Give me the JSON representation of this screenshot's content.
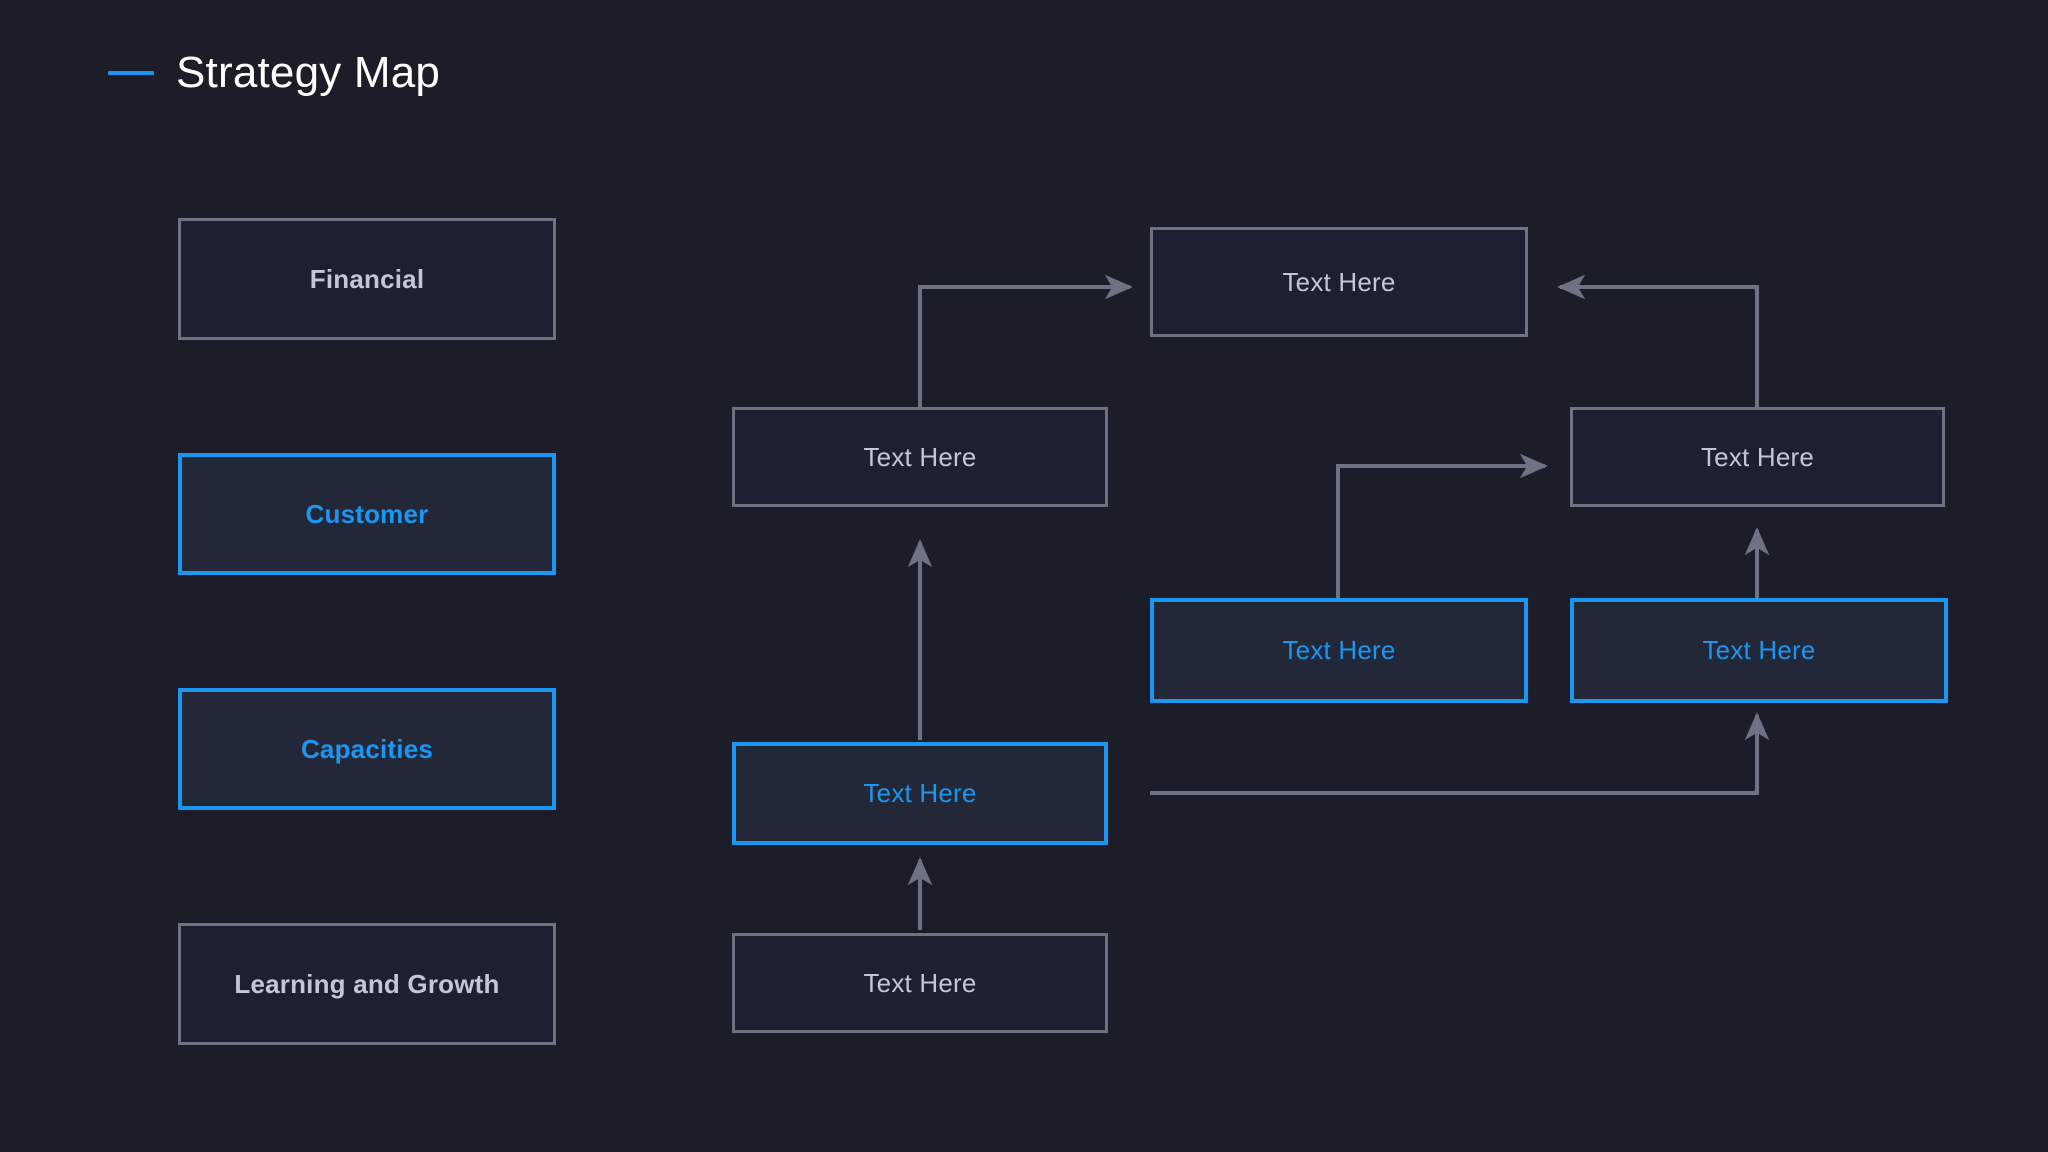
{
  "page": {
    "background_color": "#1b1d29",
    "accent_color": "#1b96f3",
    "muted_color": "#6e7384",
    "text_color": "#c3c7d4"
  },
  "header": {
    "dash_icon": "horizontal-dash-icon",
    "title": "Strategy Map"
  },
  "legend": {
    "items": [
      {
        "label": "Financial",
        "style": "gray"
      },
      {
        "label": "Customer",
        "style": "blue"
      },
      {
        "label": "Capacities",
        "style": "blue"
      },
      {
        "label": "Learning and Growth",
        "style": "gray"
      }
    ]
  },
  "diagram": {
    "nodes": [
      {
        "id": "n-top-mid",
        "label": "Text Here",
        "style": "gray"
      },
      {
        "id": "n-mid-left",
        "label": "Text Here",
        "style": "gray"
      },
      {
        "id": "n-mid-right",
        "label": "Text Here",
        "style": "gray"
      },
      {
        "id": "n-cap-left",
        "label": "Text Here",
        "style": "blue"
      },
      {
        "id": "n-cap-right",
        "label": "Text Here",
        "style": "blue"
      },
      {
        "id": "n-capacity-mid",
        "label": "Text Here",
        "style": "blue"
      },
      {
        "id": "n-bottom-mid",
        "label": "Text Here",
        "style": "gray"
      }
    ],
    "connectors": [
      {
        "id": "c-midleft-to-topmid",
        "from": "n-mid-left",
        "to": "n-top-mid",
        "kind": "elbow-up-right"
      },
      {
        "id": "c-midright-to-topmid",
        "from": "n-mid-right",
        "to": "n-top-mid",
        "kind": "elbow-up-left"
      },
      {
        "id": "c-capmid-to-midleft",
        "from": "n-capacity-mid",
        "to": "n-mid-left",
        "kind": "straight-up"
      },
      {
        "id": "c-bottom-to-capmid",
        "from": "n-bottom-mid",
        "to": "n-capacity-mid",
        "kind": "straight-up"
      },
      {
        "id": "c-capleft-to-midright",
        "from": "n-cap-left",
        "to": "n-mid-right",
        "kind": "elbow-up-right"
      },
      {
        "id": "c-capright-to-midright",
        "from": "n-cap-right",
        "to": "n-mid-right",
        "kind": "straight-up"
      },
      {
        "id": "c-capmid-to-capright",
        "from": "n-capacity-mid",
        "to": "n-cap-right",
        "kind": "elbow-right-up"
      }
    ]
  }
}
